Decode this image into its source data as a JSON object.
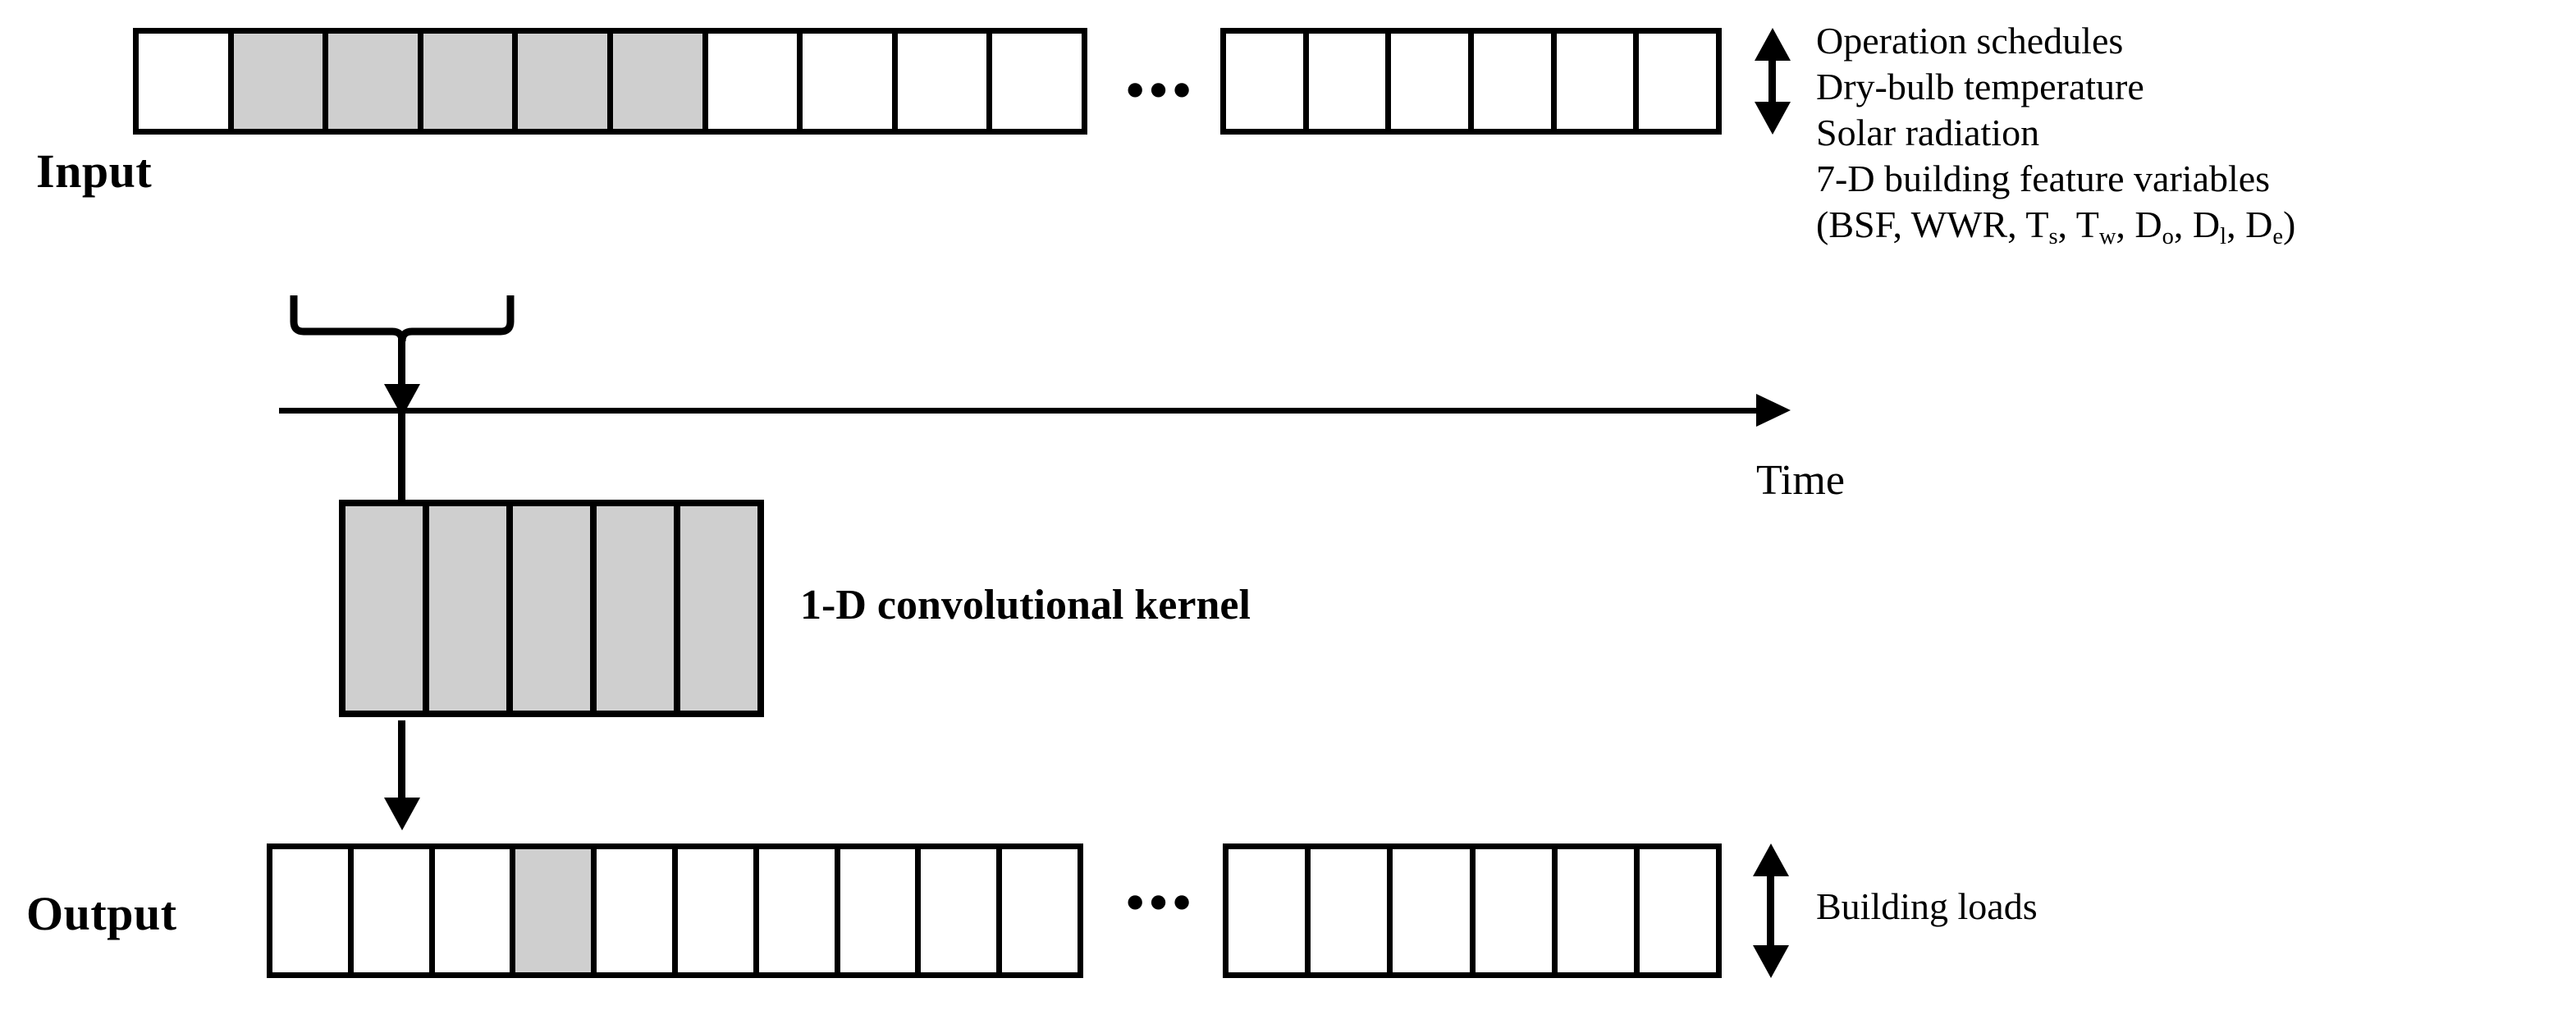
{
  "figure": {
    "type": "diagram",
    "description": "1-D convolutional neural network schematic mapping an input time sequence through a 1-D convolutional kernel to an output sequence"
  },
  "rows": {
    "input": {
      "label": "Input",
      "ellipsis": "•••",
      "segment_a": {
        "cell_count": 10,
        "cells": [
          "white",
          "gray",
          "gray",
          "gray",
          "gray",
          "gray",
          "white",
          "white",
          "white",
          "white"
        ]
      },
      "segment_b": {
        "cell_count": 6,
        "cells": [
          "white",
          "white",
          "white",
          "white",
          "white",
          "white"
        ]
      }
    },
    "output": {
      "label": "Output",
      "ellipsis": "•••",
      "segment_a": {
        "cell_count": 10,
        "cells": [
          "white",
          "white",
          "white",
          "gray",
          "white",
          "white",
          "white",
          "white",
          "white",
          "white"
        ]
      },
      "segment_b": {
        "cell_count": 6,
        "cells": [
          "white",
          "white",
          "white",
          "white",
          "white",
          "white"
        ]
      }
    }
  },
  "kernel": {
    "label": "1-D convolutional kernel",
    "cell_count": 5,
    "fill_color": "#cfcfcf"
  },
  "axis": {
    "time_label": "Time"
  },
  "input_variables": {
    "lines": [
      "Operation schedules",
      "Dry-bulb temperature",
      "Solar radiation",
      "7-D building feature variables"
    ],
    "feature_list_prefix": "(BSF, WWR, T",
    "feature_sub_1": "s",
    "feature_sep_1": ", T",
    "feature_sub_2": "w",
    "feature_sep_2": ", D",
    "feature_sub_3": "o",
    "feature_sep_3": ", D",
    "feature_sub_4": "l",
    "feature_sep_4": ", D",
    "feature_sub_5": "e",
    "feature_suffix": ")"
  },
  "output_variables": {
    "label": "Building loads"
  },
  "colors": {
    "stroke": "#000000",
    "highlight_fill": "#cfcfcf",
    "background": "#ffffff"
  }
}
